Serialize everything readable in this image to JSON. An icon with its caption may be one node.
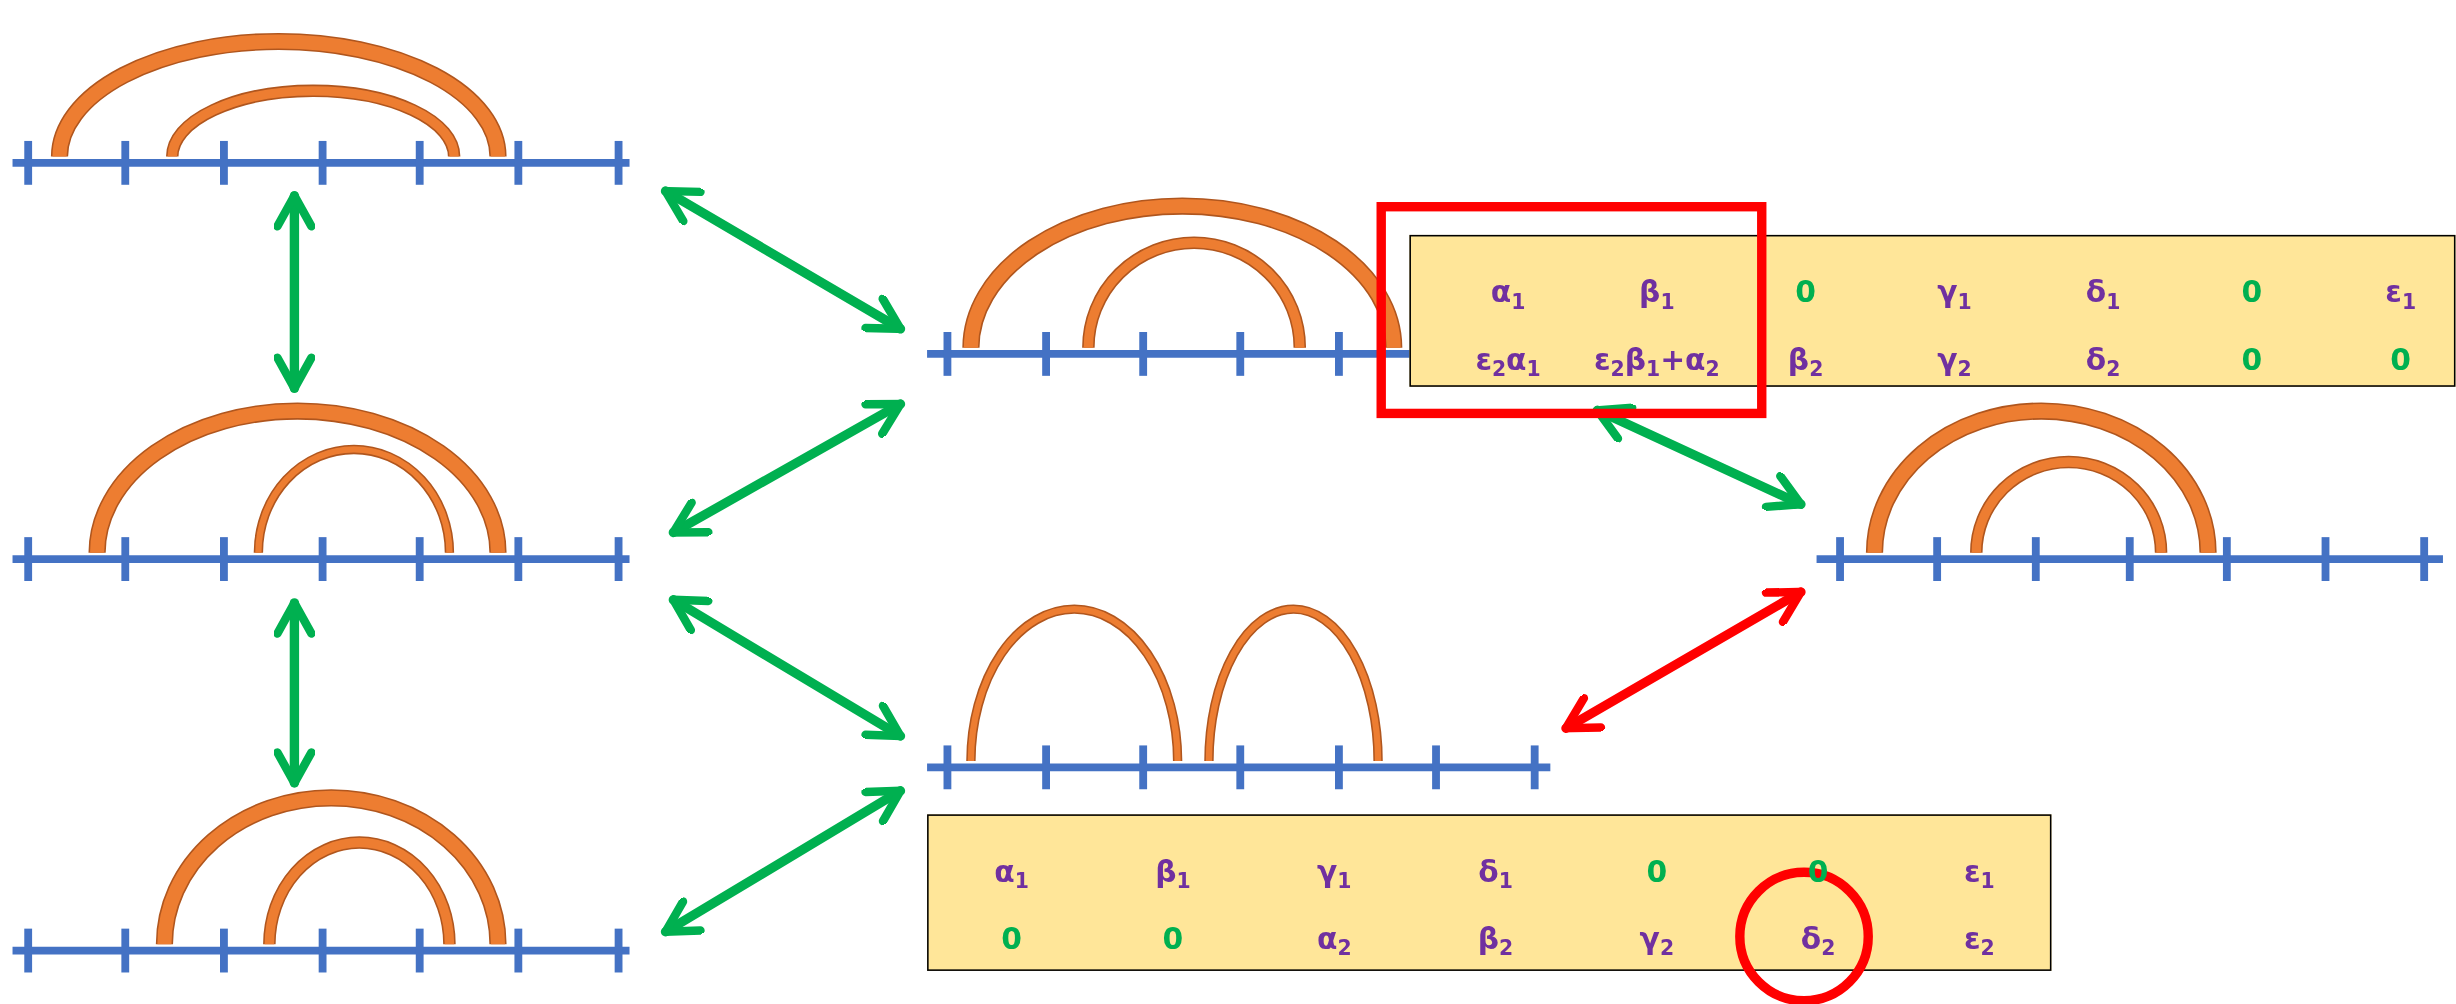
{
  "diagram": {
    "nodes": [
      {
        "text": [],
        "shape": "picture"
      },
      {
        "text": [],
        "shape": "picture"
      },
      {
        "text": [],
        "shape": "picture"
      },
      {
        "text": [],
        "shape": "picture"
      },
      {
        "text": [],
        "shape": "picture"
      },
      {
        "text": [],
        "shape": "picture"
      }
    ],
    "edges": [
      {
        "from": 0,
        "to": 1,
        "arrow": "both"
      },
      {
        "from": 1,
        "to": 2,
        "arrow": "both"
      },
      {
        "from": 0,
        "to": 3,
        "arrow": "both"
      },
      {
        "from": 1,
        "to": 3,
        "arrow": "both"
      },
      {
        "from": 1,
        "to": 4,
        "arrow": "both"
      },
      {
        "from": 2,
        "to": 4,
        "arrow": "both"
      },
      {
        "from": 3,
        "to": 5,
        "arrow": "both"
      },
      {
        "from": 4,
        "to": 5,
        "arrow": "both",
        "color": "#ff0000"
      }
    ],
    "labels": [
      "α$_{1}$",
      "β$_{1}$",
      "0",
      "γ$_{1}$",
      "δ$_{1}$",
      "0",
      "ε$_{1}$",
      "ε$_{2}$α$_{1}$",
      "ε$_{2}$β$_{1}$+α$_{2}$",
      "β$_{2}$",
      "γ$_{2}$",
      "δ$_{2}$",
      "0",
      "0",
      "α$_{1}$",
      "β$_{1}$",
      "γ$_{1}$",
      "δ$_{1}$",
      "0",
      "0",
      "ε$_{1}$",
      "0",
      "0",
      "α$_{2}$",
      "β$_{2}$",
      "γ$_{2}$",
      "δ$_{2}$",
      "ε$_{2}$"
    ]
  }
}
